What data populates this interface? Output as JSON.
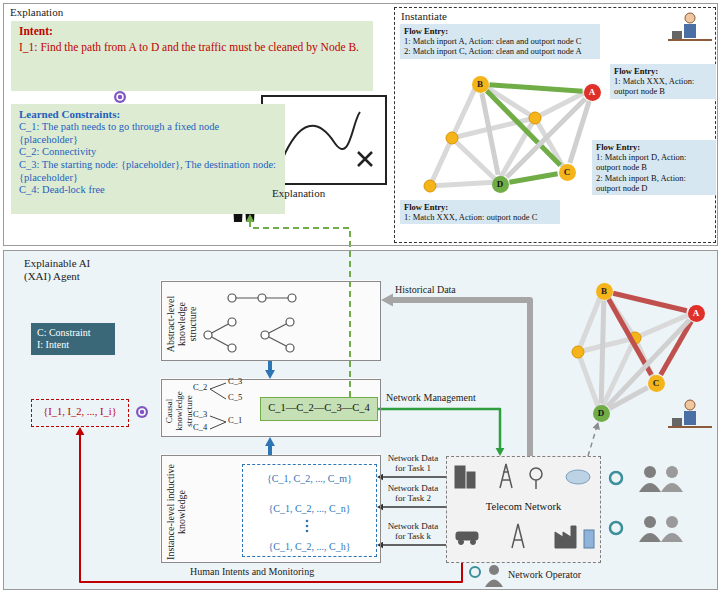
{
  "diagram": {
    "nodes": [
      {
        "text": [
          "Explanation"
        ]
      },
      {
        "text": [
          "Intent:",
          "I_1: Find the path from A to D and the traffic must be cleaned by Node B."
        ],
        "in": 0
      },
      {
        "text": [
          "Learned Constraints:",
          "C_1: The path needs to go through a fixed node {placeholder}",
          "C_2: Connectivity",
          "C_3: The starting node: {placeholder}, The destination node: {placeholder}",
          "C_4: Dead-lock free"
        ],
        "in": 0
      },
      {
        "text": [
          "Instantiate"
        ],
        "in": 0
      },
      {
        "text": [
          "Flow Entry:",
          "1: Match inport A, Action: clean and outport node C",
          "2: Match inport C, Action: clean and outport node A"
        ],
        "in": 3
      },
      {
        "text": [
          "Flow Entry:",
          "1: Match XXX, Action: outport node B"
        ],
        "in": 3
      },
      {
        "text": [
          "Flow Entry:",
          "1: Match inport D, Action: outport node B",
          "2: Match inport B, Action: outport node D"
        ],
        "in": 3
      },
      {
        "text": [
          "Flow Entry:",
          "1: Match XXX, Action: outport node C"
        ],
        "in": 3
      },
      {
        "text": [
          "B"
        ],
        "in": 3
      },
      {
        "text": [
          "A"
        ],
        "in": 3
      },
      {
        "text": [
          "C"
        ],
        "in": 3
      },
      {
        "text": [
          "D"
        ],
        "in": 3
      },
      {
        "text": [
          "Explainable AI (XAI) Agent"
        ]
      },
      {
        "text": [
          "C: Constraint",
          "I: Intent"
        ],
        "in": 12
      },
      {
        "text": [
          "{I_1, I_2, ..., I_i}"
        ],
        "in": 12
      },
      {
        "text": [
          "Abstract-level knowledge structure"
        ],
        "in": 12
      },
      {
        "text": [
          "Causal knowledge structure"
        ],
        "in": 12
      },
      {
        "text": [
          "C_1—C_2—C_3—C_4"
        ],
        "in": 16
      },
      {
        "text": [
          "Instance-level inductive knowledge"
        ],
        "in": 12
      },
      {
        "text": [
          "{C_1, C_2, ..., C_m}",
          "{C_1, C_2, ..., C_n}",
          "{C_1, C_2, ..., C_h}"
        ],
        "in": 18
      },
      {
        "text": [
          "Telecom Network"
        ],
        "in": 12
      },
      {
        "text": [
          "B"
        ],
        "in": 12
      },
      {
        "text": [
          "A"
        ],
        "in": 12
      },
      {
        "text": [
          "C"
        ],
        "in": 12
      },
      {
        "text": [
          "D"
        ],
        "in": 12
      }
    ],
    "edges": [
      {
        "from": 8,
        "to": 9,
        "arrow": "none"
      },
      {
        "from": 8,
        "to": 10,
        "arrow": "none"
      },
      {
        "from": 10,
        "to": 11,
        "arrow": "none"
      },
      {
        "from": 8,
        "to": 11,
        "arrow": "none"
      },
      {
        "from": 9,
        "to": 10,
        "arrow": "none"
      },
      {
        "from": 9,
        "to": 11,
        "arrow": "none"
      },
      {
        "from": 21,
        "to": 22,
        "arrow": "none"
      },
      {
        "from": 22,
        "to": 23,
        "arrow": "none"
      },
      {
        "from": 21,
        "to": 23,
        "arrow": "none"
      },
      {
        "from": 21,
        "to": 24,
        "arrow": "none"
      },
      {
        "from": 23,
        "to": 24,
        "arrow": "none"
      },
      {
        "from": 22,
        "to": 24,
        "arrow": "none"
      },
      {
        "from": 15,
        "to": 16,
        "arrow": "to"
      },
      {
        "from": 18,
        "to": 16,
        "arrow": "to"
      },
      {
        "from": 17,
        "to": 2,
        "arrow": "to"
      },
      {
        "from": 17,
        "to": 20,
        "arrow": "to",
        "label": "Network Management"
      },
      {
        "from": 20,
        "to": 19,
        "arrow": "to",
        "label": "Network Data for Task 1"
      },
      {
        "from": 20,
        "to": 19,
        "arrow": "to",
        "label": "Network Data for Task 2"
      },
      {
        "from": 20,
        "to": 19,
        "arrow": "to",
        "label": "Network Data for Task k"
      },
      {
        "from": 20,
        "to": 15,
        "arrow": "to",
        "label": "Historical Data"
      },
      {
        "from": 20,
        "to": 14,
        "arrow": "to",
        "label": "Human Intents and Monitoring"
      },
      {
        "from": 20,
        "to": 24,
        "arrow": "to"
      }
    ],
    "labels": [
      "Explanation",
      "C_2",
      "C_3",
      "C_5",
      "C_3",
      "C_4",
      "C_1",
      "Network Operator"
    ]
  }
}
